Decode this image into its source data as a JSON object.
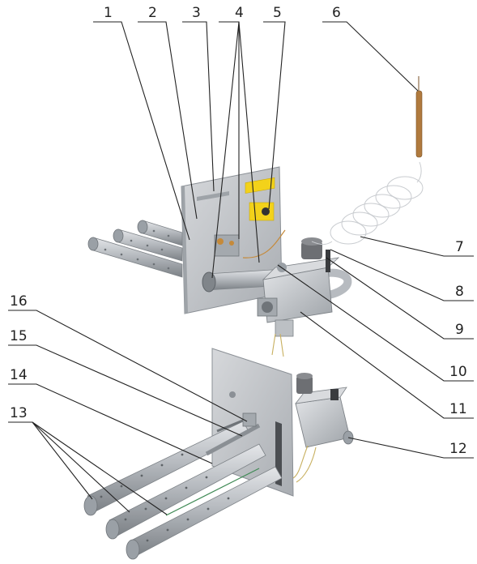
{
  "callouts": [
    {
      "id": "1",
      "label": "1"
    },
    {
      "id": "2",
      "label": "2"
    },
    {
      "id": "3",
      "label": "3"
    },
    {
      "id": "4",
      "label": "4"
    },
    {
      "id": "5",
      "label": "5"
    },
    {
      "id": "6",
      "label": "6"
    },
    {
      "id": "7",
      "label": "7"
    },
    {
      "id": "8",
      "label": "8"
    },
    {
      "id": "9",
      "label": "9"
    },
    {
      "id": "10",
      "label": "10"
    },
    {
      "id": "11",
      "label": "11"
    },
    {
      "id": "12",
      "label": "12"
    },
    {
      "id": "13",
      "label": "13"
    },
    {
      "id": "14",
      "label": "14"
    },
    {
      "id": "15",
      "label": "15"
    },
    {
      "id": "16",
      "label": "16"
    }
  ],
  "colors": {
    "steel": "#b9bec4",
    "steel_dark": "#8b9096",
    "plate": "#c9ccd0",
    "brass": "#c58a3a",
    "label_yellow": "#f3d21a",
    "knob": "#6d6f73"
  }
}
